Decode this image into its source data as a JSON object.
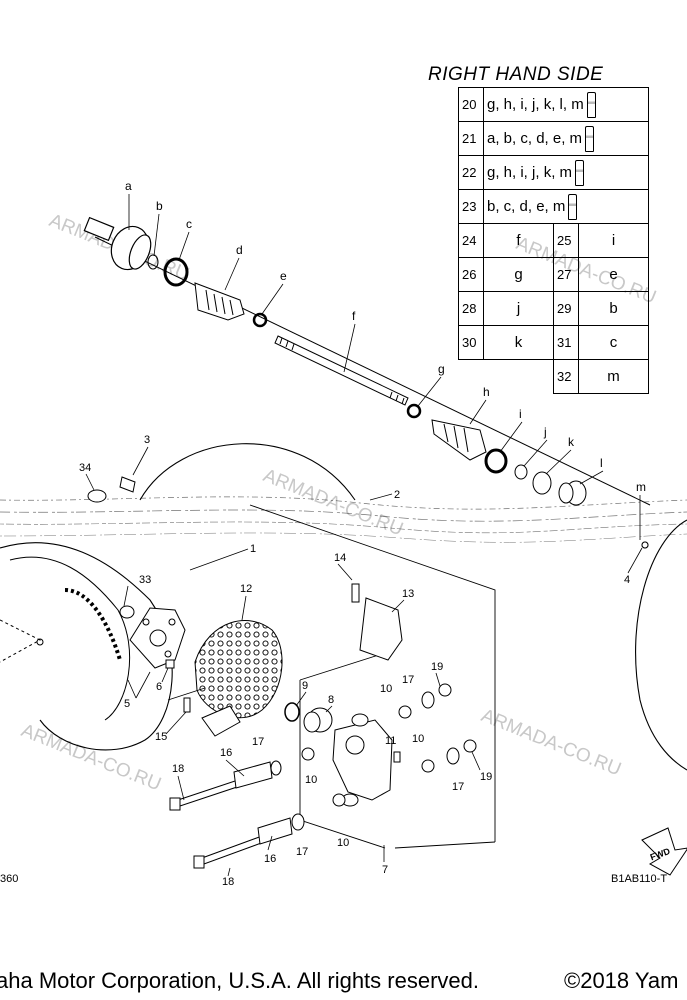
{
  "title": "RIGHT HAND SIDE",
  "kit_rows": [
    {
      "num": "20",
      "parts": "g, h, i, j, k, l, m"
    },
    {
      "num": "21",
      "parts": "a, b, c, d, e, m"
    },
    {
      "num": "22",
      "parts": "g, h, i, j, k, m"
    },
    {
      "num": "23",
      "parts": "b, c, d, e, m"
    }
  ],
  "pair_rows": [
    [
      {
        "num": "24",
        "val": "f"
      },
      {
        "num": "25",
        "val": "i"
      }
    ],
    [
      {
        "num": "26",
        "val": "g"
      },
      {
        "num": "27",
        "val": "e"
      }
    ],
    [
      {
        "num": "28",
        "val": "j"
      },
      {
        "num": "29",
        "val": "b"
      }
    ],
    [
      {
        "num": "30",
        "val": "k"
      },
      {
        "num": "31",
        "val": "c"
      }
    ],
    [
      {
        "num": "",
        "val": ""
      },
      {
        "num": "32",
        "val": "m"
      }
    ]
  ],
  "letters": [
    "a",
    "b",
    "c",
    "d",
    "e",
    "f",
    "g",
    "h",
    "i",
    "j",
    "k",
    "l",
    "m"
  ],
  "callouts": [
    "1",
    "2",
    "3",
    "4",
    "5",
    "6",
    "7",
    "8",
    "9",
    "10",
    "10",
    "10",
    "10",
    "11",
    "12",
    "13",
    "14",
    "15",
    "16",
    "16",
    "17",
    "17",
    "17",
    "17",
    "18",
    "18",
    "19",
    "19",
    "33",
    "34"
  ],
  "watermark": "ARMADA-CO.RU",
  "fwd_label": "FWD",
  "code_left": "360",
  "code_right": "B1AB110-T",
  "footer_left": "aha Motor Corporation, U.S.A. All rights reserved.",
  "footer_right": "©2018 Yam"
}
